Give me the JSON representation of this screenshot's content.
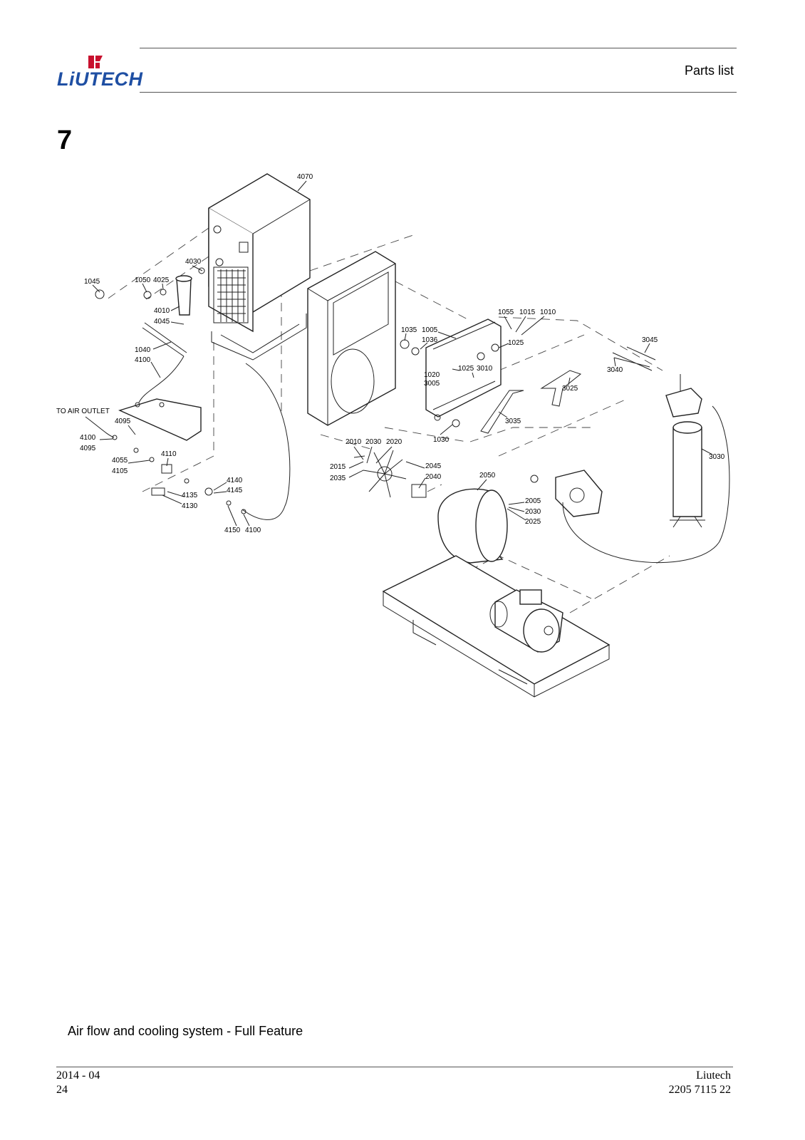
{
  "header": {
    "logo_text": "LiUTECH",
    "title": "Parts list"
  },
  "section_number": "7",
  "diagram": {
    "labels": [
      "4070",
      "4030",
      "1045",
      "1050",
      "4025",
      "4010",
      "4045",
      "1040",
      "4100",
      "1035",
      "1005",
      "1036",
      "1055",
      "1015",
      "1010",
      "1025",
      "3045",
      "3040",
      "1025",
      "3010",
      "1020",
      "3005",
      "3025",
      "3035",
      "1030",
      "3030",
      "TO AIR OUTLET",
      "4095",
      "4100",
      "4095",
      "4055",
      "4105",
      "4110",
      "4140",
      "4145",
      "4135",
      "4130",
      "4150",
      "4100",
      "2010",
      "2030",
      "2020",
      "2015",
      "2035",
      "2045",
      "2040",
      "2050",
      "2005",
      "2030",
      "2025"
    ]
  },
  "caption": "Air flow and cooling system - Full Feature",
  "footer": {
    "date": "2014 - 04",
    "page": "24",
    "company": "Liutech",
    "doc_number": "2205 7115 22"
  }
}
